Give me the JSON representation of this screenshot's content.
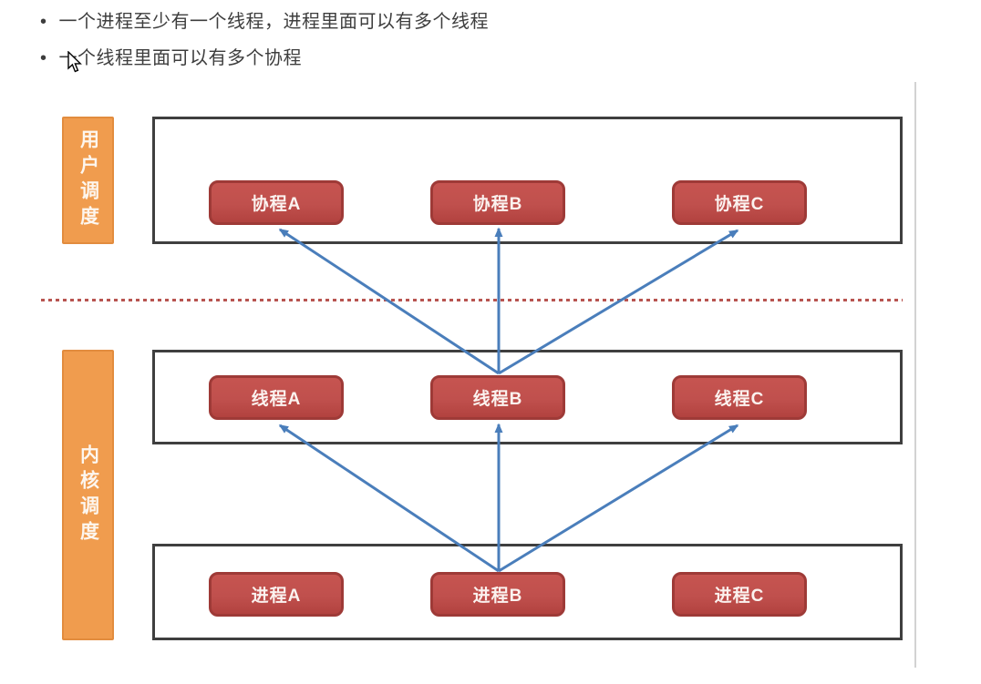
{
  "bullets": {
    "items": [
      "一个进程至少有一个线程，进程里面可以有多个线程",
      "一个线程里面可以有多个协程"
    ]
  },
  "diagram": {
    "user_schedule_label": "用户调度",
    "kernel_schedule_label": "内核调度",
    "coroutines": [
      {
        "label": "协程A"
      },
      {
        "label": "协程B"
      },
      {
        "label": "协程C"
      }
    ],
    "threads": [
      {
        "label": "线程A"
      },
      {
        "label": "线程B"
      },
      {
        "label": "线程C"
      }
    ],
    "processes": [
      {
        "label": "进程A"
      },
      {
        "label": "进程B"
      },
      {
        "label": "进程C"
      }
    ],
    "edges": [
      {
        "from": "线程B",
        "to": "协程A"
      },
      {
        "from": "线程B",
        "to": "协程B"
      },
      {
        "from": "线程B",
        "to": "协程C"
      },
      {
        "from": "进程B",
        "to": "线程A"
      },
      {
        "from": "进程B",
        "to": "线程B"
      },
      {
        "from": "进程B",
        "to": "线程C"
      }
    ],
    "colors": {
      "node_fill": "#c0504d",
      "node_border": "#9e3a37",
      "label_fill": "#f09c4e",
      "label_border": "#e28c3e",
      "arrow": "#4a7ebb",
      "dashed_line": "#b85450",
      "box_border": "#3f3f3f"
    }
  },
  "icons": {
    "cursor": "mouse-pointer-icon"
  }
}
